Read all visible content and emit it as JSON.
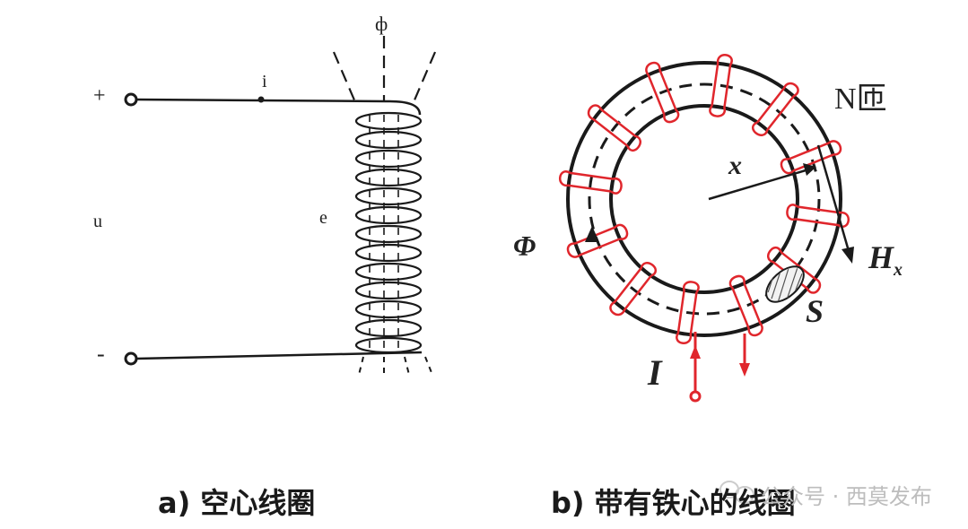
{
  "left_figure": {
    "flux_label": "ф",
    "current_label": "i",
    "plus_label": "+",
    "minus_label": "-",
    "voltage_label": "u",
    "emf_label": "e",
    "caption": "a) 空心线圈"
  },
  "right_figure": {
    "turns_label": "N匝",
    "radius_label": "x",
    "flux_label": "Φ",
    "field_label": "H",
    "field_subscript": "x",
    "area_label": "S",
    "current_label": "I",
    "caption": "b) 带有铁心的线圈"
  },
  "watermark": {
    "text": "公众号 · 西莫发布"
  },
  "colors": {
    "line": "#1a1a1a",
    "winding": "#e0262c",
    "background": "#ffffff"
  }
}
